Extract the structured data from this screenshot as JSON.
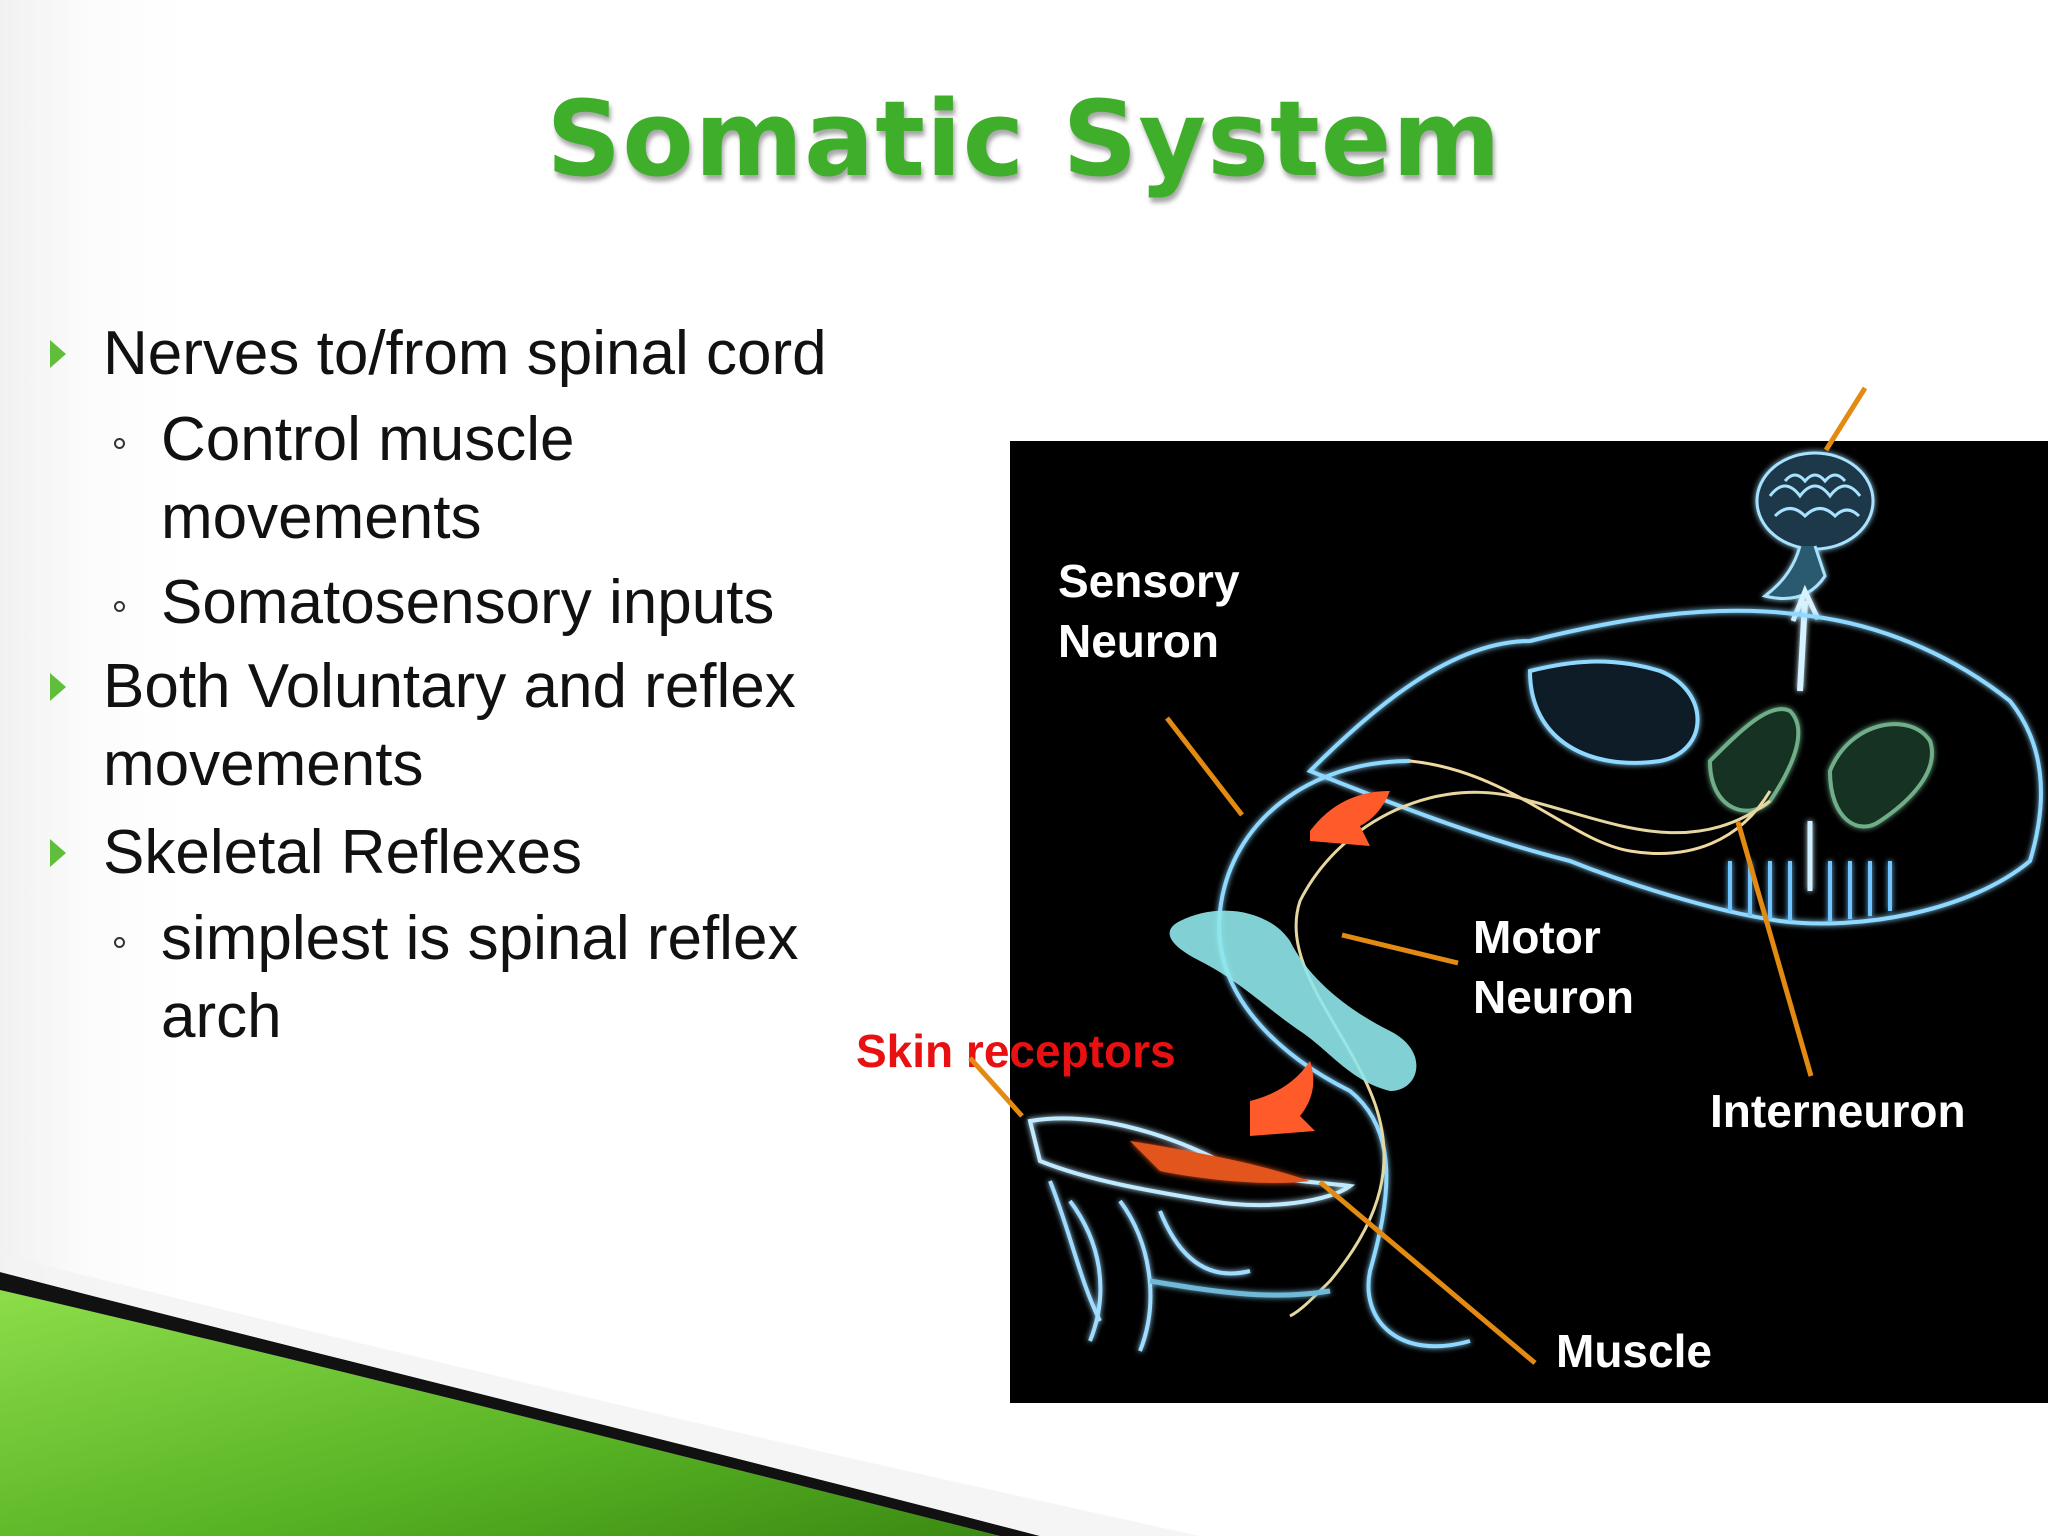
{
  "title": "Somatic System",
  "bullets": [
    {
      "text": "Nerves to/from spinal cord",
      "sub": [
        "Control muscle movements",
        "Somatosensory inputs"
      ]
    },
    {
      "text": "Both Voluntary and reflex movements",
      "sub": []
    },
    {
      "text": "Skeletal Reflexes",
      "sub": [
        "simplest is spinal reflex arch"
      ]
    }
  ],
  "labels": {
    "sensory_neuron": [
      "Sensory",
      "Neuron"
    ],
    "motor_neuron": [
      "Motor",
      "Neuron"
    ],
    "skin_receptors": "Skin receptors",
    "interneuron": "Interneuron",
    "muscle": "Muscle"
  },
  "colors": {
    "title": "#3fae2a",
    "bullet_marker": "#5fbf3a",
    "callout_line": "#e38a12",
    "skin_label": "#e81010",
    "figure_bg": "#000000",
    "neuron_glow": "#8fd8ff",
    "arrow_fill": "#ff5a2a"
  }
}
